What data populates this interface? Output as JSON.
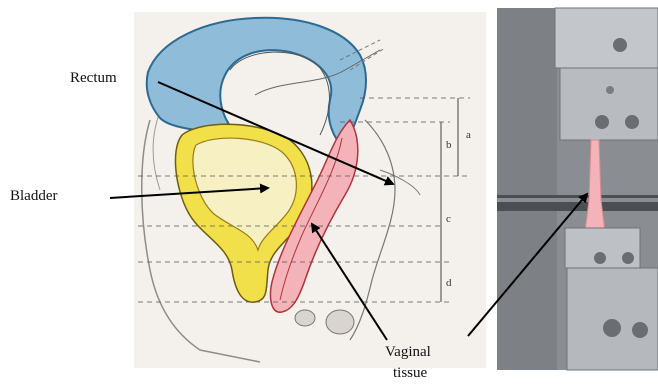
{
  "labels": {
    "rectum": "Rectum",
    "bladder": "Bladder",
    "vaginal_line1": "Vaginal",
    "vaginal_line2": "tissue"
  },
  "segments": [
    "a",
    "b",
    "c",
    "d"
  ],
  "colors": {
    "rectum_blue": "#8fbcd9",
    "bladder_yellow": "#f2e04a",
    "bladder_inner": "#f7f0c2",
    "vagina_pink": "#f3b3b8",
    "steel": "#b8bcc0",
    "background_gray": "#8a8e92"
  }
}
